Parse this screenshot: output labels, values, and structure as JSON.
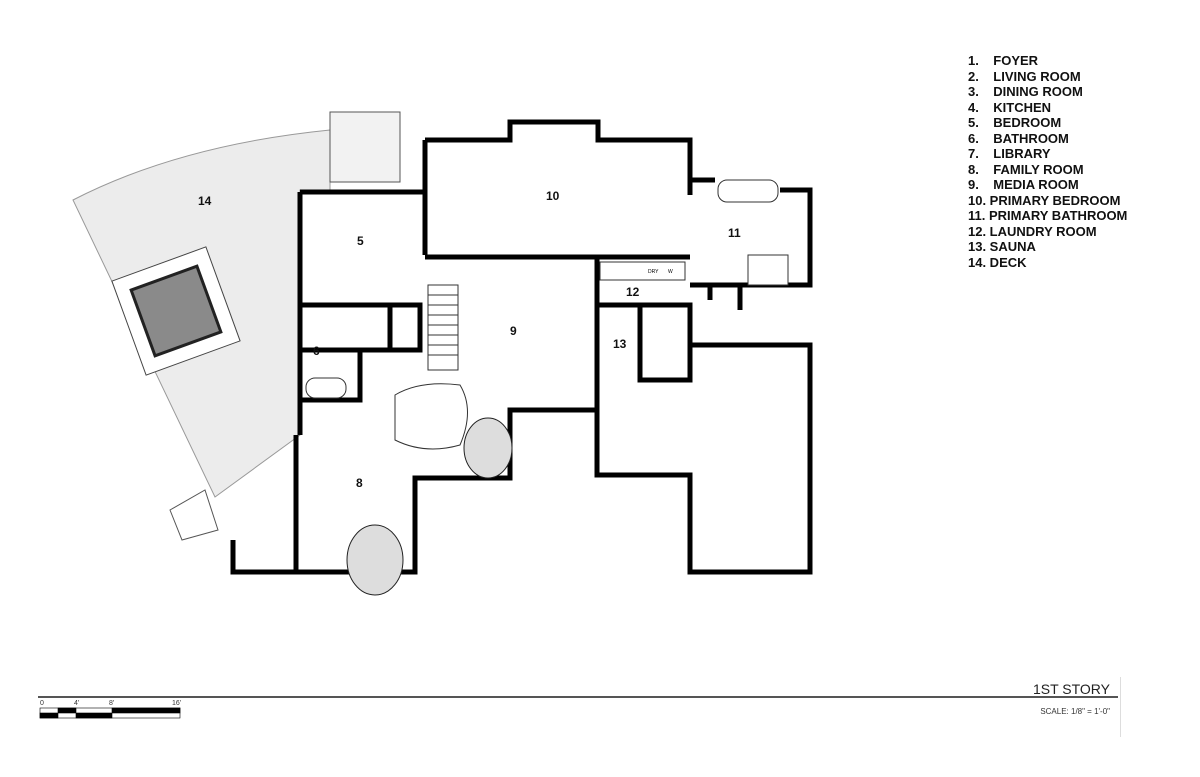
{
  "legend": [
    "1.    FOYER",
    "2.    LIVING ROOM",
    "3.    DINING ROOM",
    "4.    KITCHEN",
    "5.    BEDROOM",
    "6.    BATHROOM",
    "7.    LIBRARY",
    "8.    FAMILY ROOM",
    "9.    MEDIA ROOM",
    "10. PRIMARY BEDROOM",
    "11. PRIMARY BATHROOM",
    "12. LAUNDRY ROOM",
    "13. SAUNA",
    "14. DECK"
  ],
  "rooms": {
    "r5": "5",
    "r6": "6",
    "r8": "8",
    "r9": "9",
    "r10": "10",
    "r11": "11",
    "r12": "12",
    "r13": "13",
    "r14": "14"
  },
  "appliances": {
    "dryer": "DRY",
    "washer": "W"
  },
  "title_block": {
    "story": "1ST STORY",
    "scale": "SCALE: 1/8\"  =  1'-0\""
  },
  "scale_bar": {
    "t0": "0",
    "t4": "4'",
    "t8": "8'",
    "t16": "16'"
  },
  "colors": {
    "wall": "#000000",
    "deck": "#ececec",
    "hot_tub": "#8a8a8a"
  }
}
